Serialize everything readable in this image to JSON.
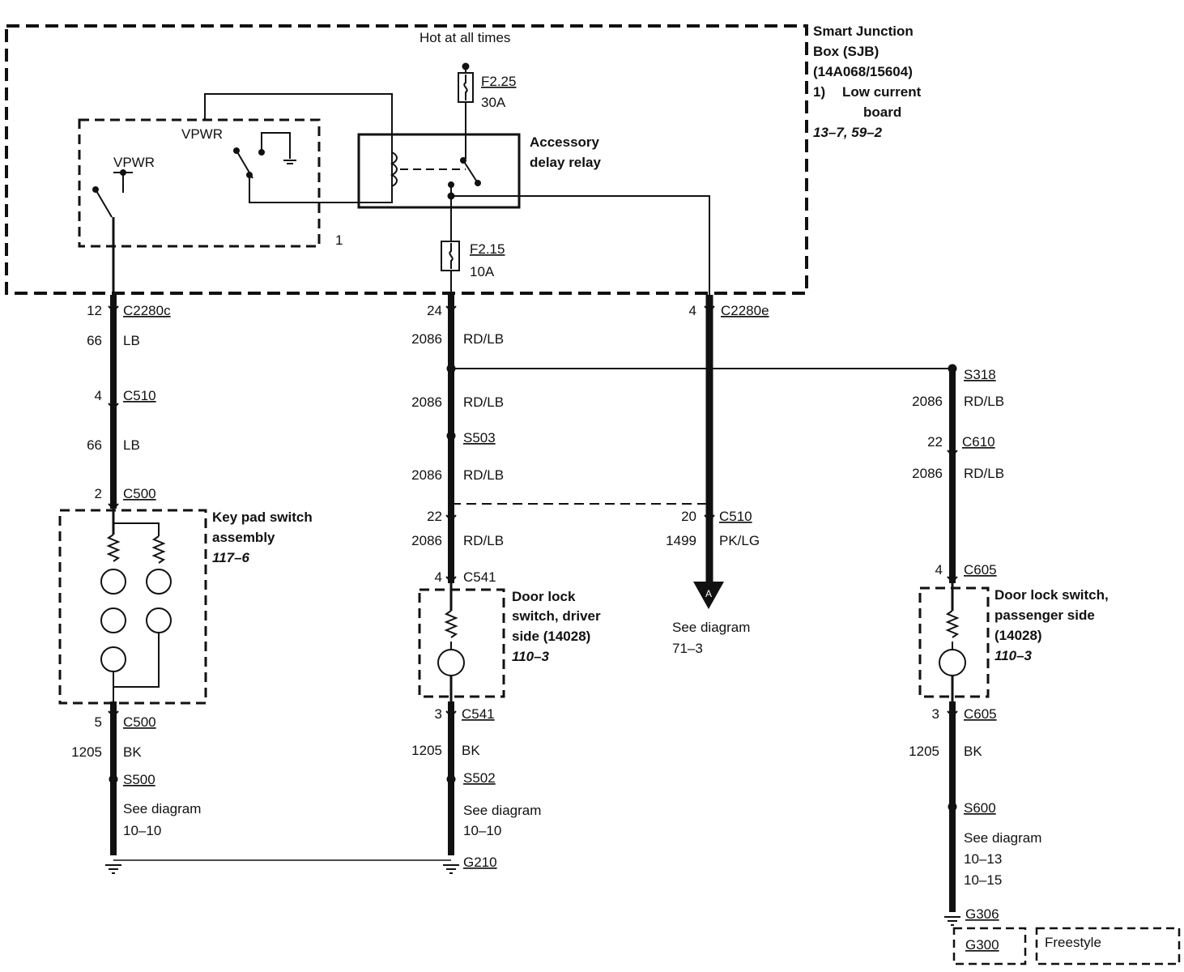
{
  "sjb": {
    "hot": "Hot at all times",
    "title": [
      "Smart Junction",
      "Box (SJB)",
      "(14A068/15604)",
      "1)",
      "Low current",
      "board"
    ],
    "ref": "13–7, 59–2",
    "vpwr1": "VPWR",
    "vpwr2": "VPWR",
    "pin1": "1",
    "relay": [
      "Accessory",
      "delay relay"
    ],
    "fuse1": [
      "F2.25",
      "30A"
    ],
    "fuse2": [
      "F2.15",
      "10A"
    ]
  },
  "col1": {
    "c2280c": [
      "12",
      "C2280c"
    ],
    "w1": [
      "66",
      "LB"
    ],
    "c510": [
      "4",
      "C510"
    ],
    "w2": [
      "66",
      "LB"
    ],
    "c500a": [
      "2",
      "C500"
    ],
    "keypad": [
      "Key pad switch",
      "assembly"
    ],
    "keypad_ref": "117–6",
    "c500b": [
      "5",
      "C500"
    ],
    "w3": [
      "1205",
      "BK"
    ],
    "s500": "S500",
    "see": [
      "See diagram",
      "10–10"
    ]
  },
  "col2": {
    "c2280": "24",
    "w1": [
      "2086",
      "RD/LB"
    ],
    "w2": [
      "2086",
      "RD/LB"
    ],
    "s503": "S503",
    "w3": [
      "2086",
      "RD/LB"
    ],
    "c22": "22",
    "w4": [
      "2086",
      "RD/LB"
    ],
    "c541a": [
      "4",
      "C541"
    ],
    "dl": [
      "Door lock",
      "switch, driver",
      "side (14028)"
    ],
    "dl_ref": "110–3",
    "c541b": [
      "3",
      "C541"
    ],
    "w5": [
      "1205",
      "BK"
    ],
    "s502": "S502",
    "see": [
      "See diagram",
      "10–10"
    ],
    "g210": "G210"
  },
  "col3": {
    "c2280e": [
      "4",
      "C2280e"
    ],
    "c510": [
      "20",
      "C510"
    ],
    "w1": [
      "1499",
      "PK/LG"
    ],
    "marker": "A",
    "see": [
      "See diagram",
      "71–3"
    ]
  },
  "col4": {
    "s318": "S318",
    "w1": [
      "2086",
      "RD/LB"
    ],
    "c610": [
      "22",
      "C610"
    ],
    "w2": [
      "2086",
      "RD/LB"
    ],
    "c605a": [
      "4",
      "C605"
    ],
    "dl": [
      "Door lock switch,",
      "passenger side",
      "(14028)"
    ],
    "dl_ref": "110–3",
    "c605b": [
      "3",
      "C605"
    ],
    "w3": [
      "1205",
      "BK"
    ],
    "s600": "S600",
    "see": [
      "See diagram",
      "10–13",
      "10–15"
    ],
    "g306": "G306",
    "g300": "G300",
    "freestyle": "Freestyle"
  }
}
